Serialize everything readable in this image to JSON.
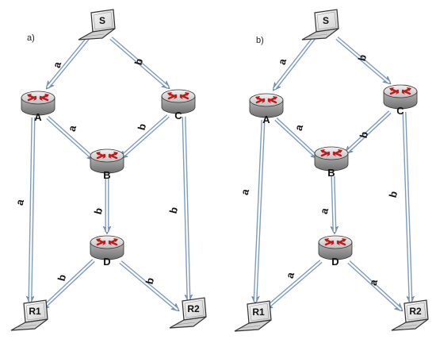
{
  "colors": {
    "edge_outer": "#7f9cbf",
    "edge_inner": "#ffffff",
    "router_body": "#d9d9d9",
    "router_dark": "#8c8c8c",
    "router_arrow": "#c0191b",
    "laptop_screen": "#e8e8e8",
    "laptop_body": "#d0d0d0",
    "outline": "#333333"
  },
  "icons": {
    "router": "router-icon",
    "laptop": "laptop-icon"
  },
  "panels": [
    {
      "id": "a",
      "label": "a)",
      "nodes": [
        {
          "id": "S",
          "label": "S",
          "kind": "laptop"
        },
        {
          "id": "A",
          "label": "A",
          "kind": "router"
        },
        {
          "id": "B",
          "label": "B",
          "kind": "router"
        },
        {
          "id": "C",
          "label": "C",
          "kind": "router"
        },
        {
          "id": "D",
          "label": "D",
          "kind": "router"
        },
        {
          "id": "R1",
          "label": "R1",
          "kind": "laptop"
        },
        {
          "id": "R2",
          "label": "R2",
          "kind": "laptop"
        }
      ],
      "edges": [
        {
          "from": "S",
          "to": "A",
          "label": "a"
        },
        {
          "from": "S",
          "to": "C",
          "label": "b"
        },
        {
          "from": "A",
          "to": "B",
          "label": "a"
        },
        {
          "from": "C",
          "to": "B",
          "label": "b"
        },
        {
          "from": "A",
          "to": "R1",
          "label": "a"
        },
        {
          "from": "C",
          "to": "R2",
          "label": "b"
        },
        {
          "from": "B",
          "to": "D",
          "label": "b"
        },
        {
          "from": "D",
          "to": "R1",
          "label": "b"
        },
        {
          "from": "D",
          "to": "R2",
          "label": "b"
        }
      ]
    },
    {
      "id": "b",
      "label": "b)",
      "nodes": [
        {
          "id": "S",
          "label": "S",
          "kind": "laptop"
        },
        {
          "id": "A",
          "label": "A",
          "kind": "router"
        },
        {
          "id": "B",
          "label": "B",
          "kind": "router"
        },
        {
          "id": "C",
          "label": "C",
          "kind": "router"
        },
        {
          "id": "D",
          "label": "D",
          "kind": "router"
        },
        {
          "id": "R1",
          "label": "R1",
          "kind": "laptop"
        },
        {
          "id": "R2",
          "label": "R2",
          "kind": "laptop"
        }
      ],
      "edges": [
        {
          "from": "S",
          "to": "A",
          "label": "a"
        },
        {
          "from": "S",
          "to": "C",
          "label": "b"
        },
        {
          "from": "A",
          "to": "B",
          "label": "a"
        },
        {
          "from": "C",
          "to": "B",
          "label": "b"
        },
        {
          "from": "A",
          "to": "R1",
          "label": "a"
        },
        {
          "from": "C",
          "to": "R2",
          "label": "b"
        },
        {
          "from": "B",
          "to": "D",
          "label": "a"
        },
        {
          "from": "D",
          "to": "R1",
          "label": "a"
        },
        {
          "from": "D",
          "to": "R2",
          "label": "a"
        }
      ]
    }
  ]
}
